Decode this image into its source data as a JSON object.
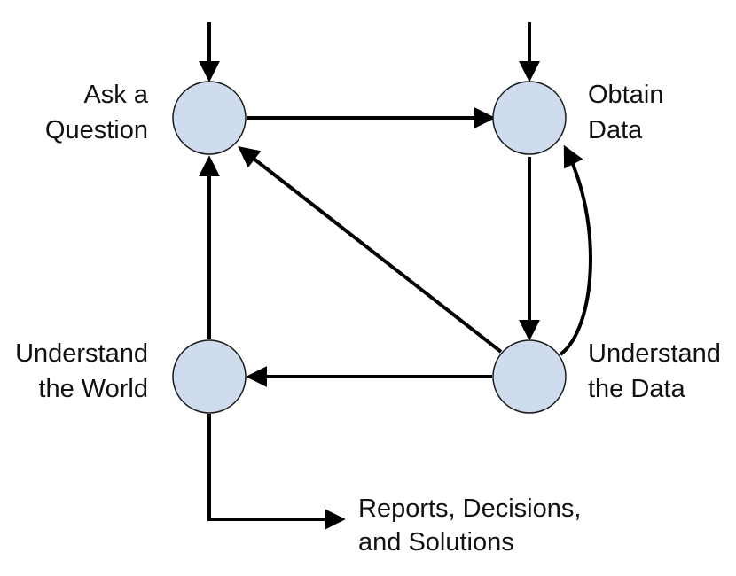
{
  "nodes": {
    "ask_question": {
      "line1": "Ask a",
      "line2": "Question"
    },
    "obtain_data": {
      "line1": "Obtain",
      "line2": "Data"
    },
    "understand_world": {
      "line1": "Understand",
      "line2": "the World"
    },
    "understand_data": {
      "line1": "Understand",
      "line2": "the Data"
    }
  },
  "output": {
    "line1": "Reports, Decisions,",
    "line2": "and Solutions"
  },
  "colors": {
    "node_fill": "#cfdcee",
    "node_stroke": "#1a1a1a",
    "edge": "#000000",
    "text": "#111111"
  }
}
